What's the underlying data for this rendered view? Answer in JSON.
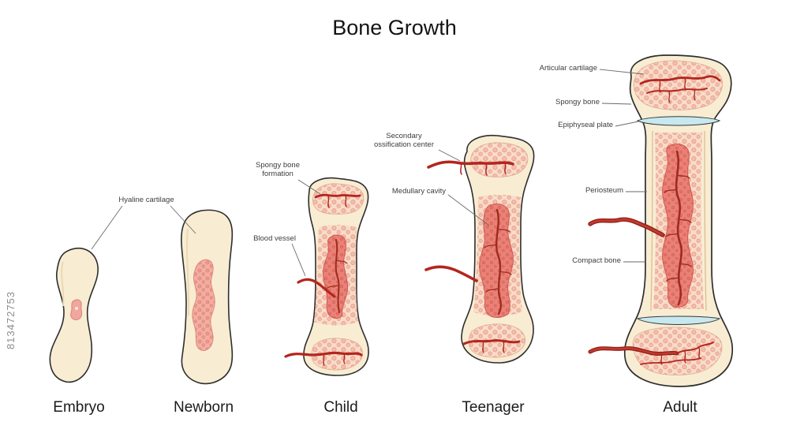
{
  "title": "Bone Growth",
  "watermark_id": "813472753",
  "stages": [
    {
      "label": "Embryo"
    },
    {
      "label": "Newborn"
    },
    {
      "label": "Child"
    },
    {
      "label": "Teenager"
    },
    {
      "label": "Adult"
    }
  ],
  "annotations": {
    "hyaline_cartilage": "Hyaline cartilage",
    "spongy_bone_formation": "Spongy bone formation",
    "blood_vessel": "Blood vessel",
    "secondary_ossification_center": "Secondary ossification center",
    "medullary_cavity": "Medullary cavity",
    "articular_cartilage": "Articular cartilage",
    "spongy_bone": "Spongy bone",
    "epiphyseal_plate": "Epiphyseal plate",
    "periosteum": "Periosteum",
    "compact_bone": "Compact bone"
  },
  "colors": {
    "bone_cream": "#F8EDD3",
    "outline": "#2e2e2e",
    "spongy_pink": "#F4BCA9",
    "medullary_red": "#EA8177",
    "vessel_red": "#B3261E",
    "epiphyseal_plate_blue": "#C8E8EF",
    "label_gray": "#3d3d3d"
  }
}
